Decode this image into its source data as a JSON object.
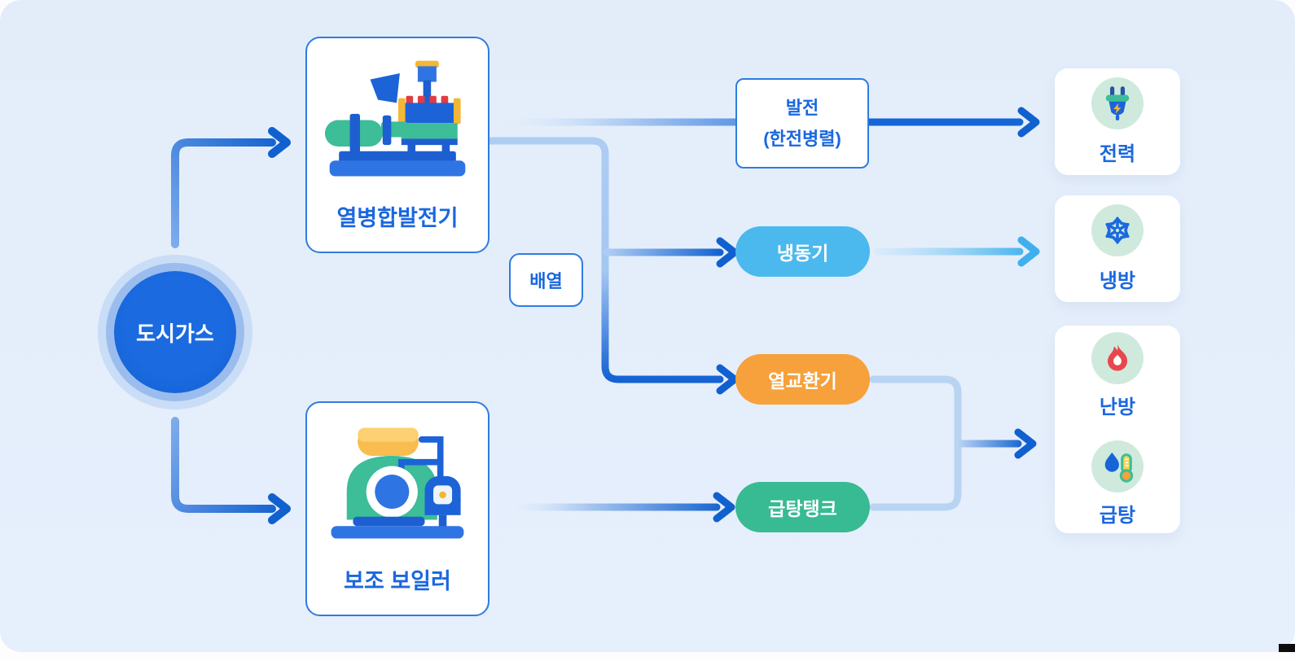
{
  "source": {
    "label": "도시가스",
    "color": "#1b6ae0"
  },
  "equipment": [
    {
      "id": "chp-generator",
      "label": "열병합발전기"
    },
    {
      "id": "aux-boiler",
      "label": "보조 보일러"
    }
  ],
  "flow_labels": {
    "exhaust_heat": "배열",
    "generation_line1": "발전",
    "generation_line2": "(한전병렬)"
  },
  "process_units": [
    {
      "id": "chiller",
      "label": "냉동기",
      "color": "#4cb9ee"
    },
    {
      "id": "heat-exchanger",
      "label": "열교환기",
      "color": "#f6a13c"
    },
    {
      "id": "hot-water-tank",
      "label": "급탕탱크",
      "color": "#38bb92"
    }
  ],
  "outputs": [
    {
      "id": "electricity",
      "label": "전력",
      "icon": "power-plug-icon"
    },
    {
      "id": "cooling",
      "label": "냉방",
      "icon": "snowflake-icon"
    },
    {
      "id": "heating",
      "label": "난방",
      "icon": "flame-icon"
    },
    {
      "id": "hot-water",
      "label": "급탕",
      "icon": "water-thermometer-icon"
    }
  ],
  "colors": {
    "background": "#e3edfa",
    "node_border": "#2e7ce0",
    "label_text": "#1a67df",
    "arrow_dark": "#1160cf",
    "arrow_light": "#aecdf3",
    "arrow_sky": "#3fb0ed",
    "icon_circle_bg": "#cfeadd"
  }
}
